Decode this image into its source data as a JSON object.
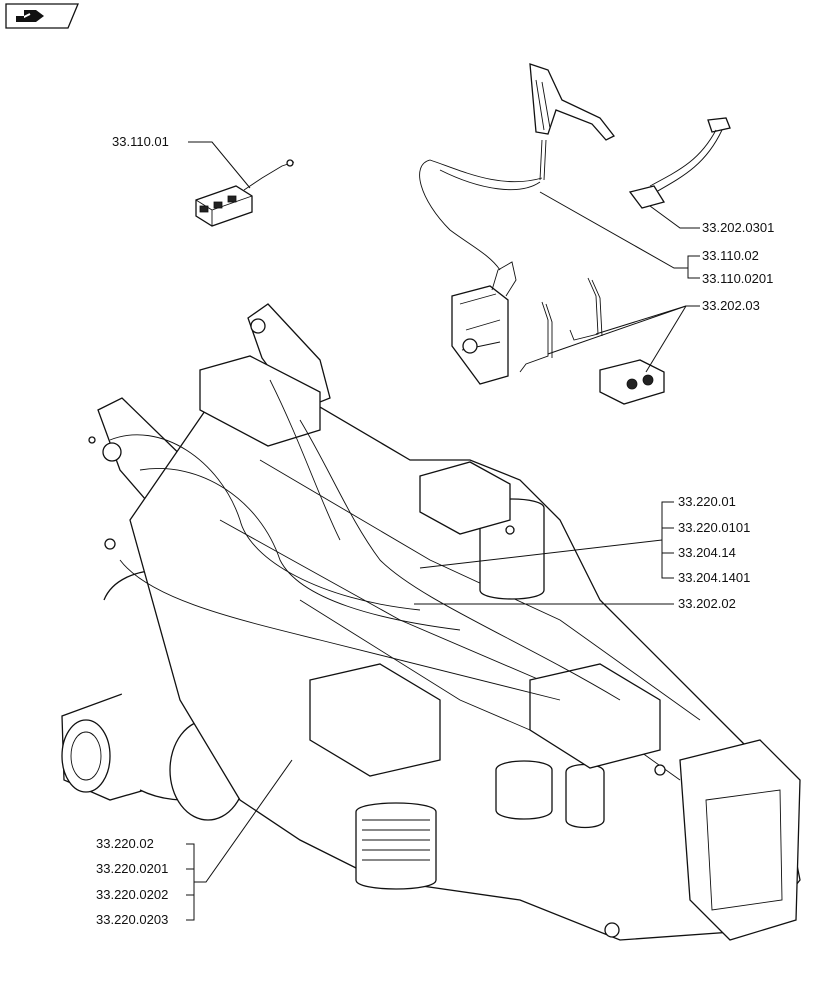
{
  "nav_icon": "next-page-arrow-icon",
  "labels": {
    "l33_110_01": "33.110.01",
    "l33_202_0301": "33.202.0301",
    "l33_110_02": "33.110.02",
    "l33_110_0201": "33.110.0201",
    "l33_202_03": "33.202.03",
    "l33_220_01": "33.220.01",
    "l33_220_0101": "33.220.0101",
    "l33_204_14": "33.204.14",
    "l33_204_1401": "33.204.1401",
    "l33_202_02": "33.202.02",
    "l33_220_02": "33.220.02",
    "l33_220_0201": "33.220.0201",
    "l33_220_0202": "33.220.0202",
    "l33_220_0203": "33.220.0203"
  }
}
